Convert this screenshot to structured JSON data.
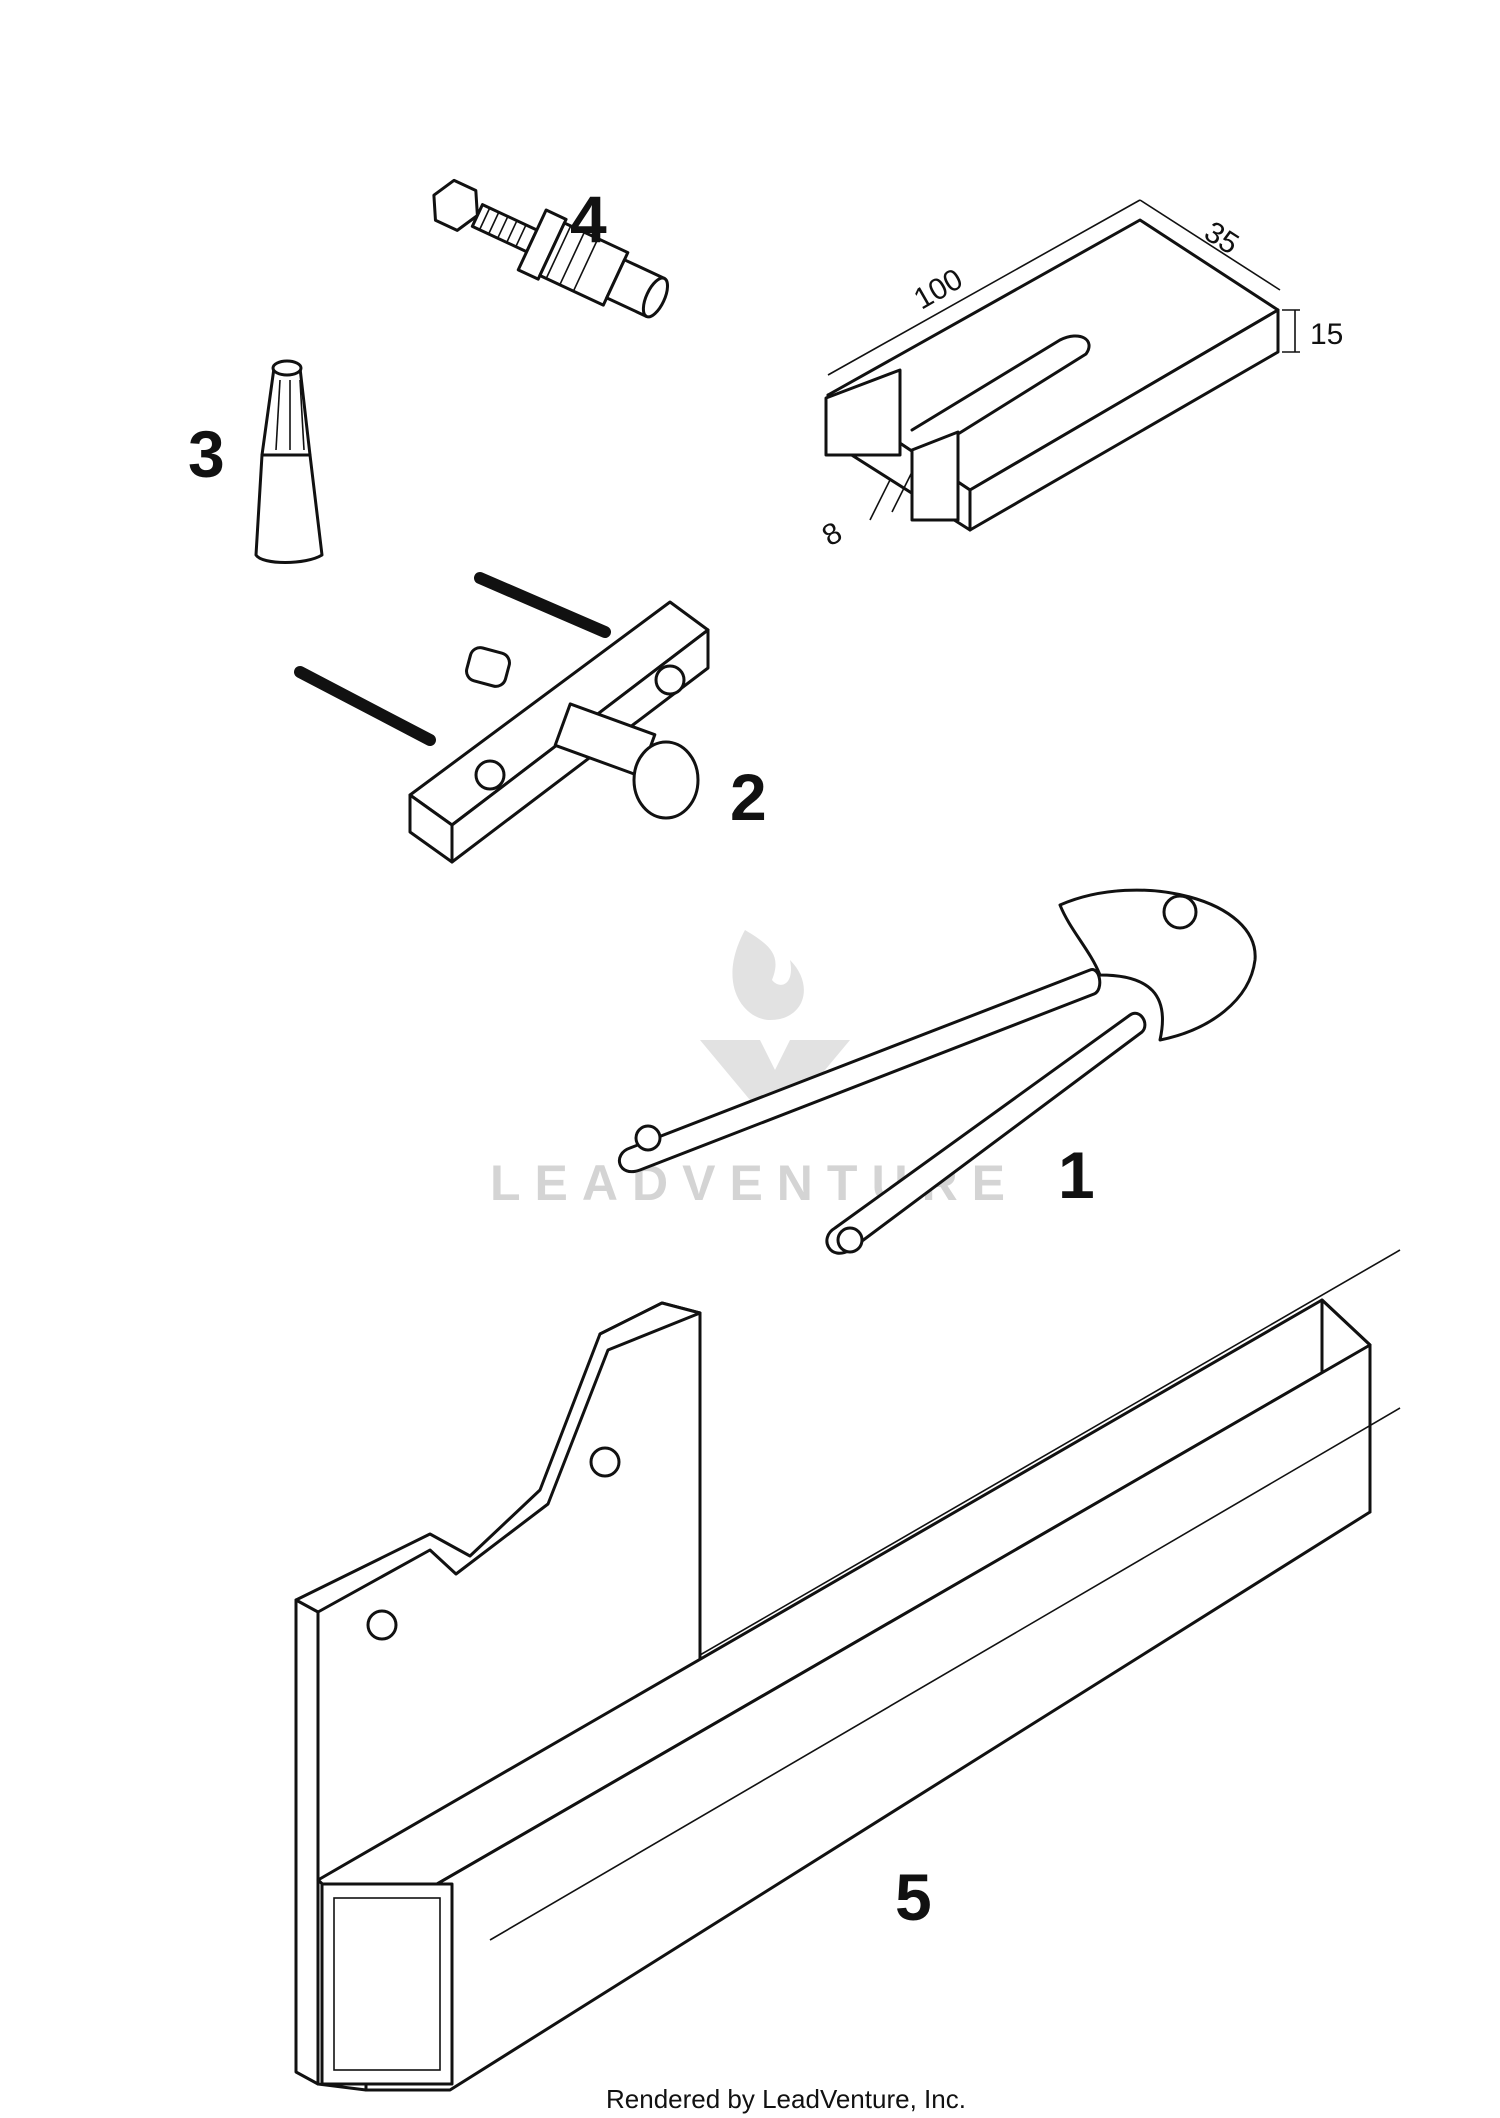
{
  "callouts": {
    "item1": "1",
    "item2": "2",
    "item3": "3",
    "item4": "4",
    "item5": "5"
  },
  "dimensions": {
    "length": "100",
    "width": "35",
    "height": "15",
    "slot": "8"
  },
  "watermark": {
    "brand": "LEADVENTURE",
    "icon": "flame-logo-icon"
  },
  "footer": {
    "text": "Rendered by LeadVenture, Inc."
  },
  "colors": {
    "ink": "#111111",
    "watermark": "#d4d4d4",
    "background": "#ffffff"
  }
}
